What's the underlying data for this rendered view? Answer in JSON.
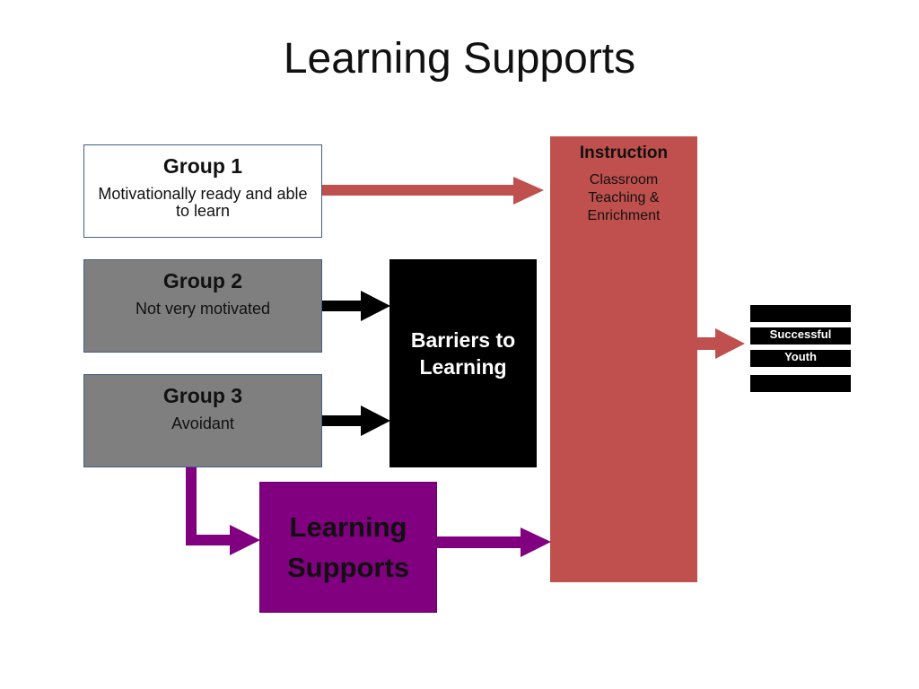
{
  "title": "Learning Supports",
  "group1": {
    "title": "Group 1",
    "description": "Motivationally ready and able to learn"
  },
  "group2": {
    "title": "Group 2",
    "description": "Not very motivated"
  },
  "group3": {
    "title": "Group 3",
    "description": "Avoidant"
  },
  "barriers": {
    "label": "Barriers to Learning"
  },
  "instruction": {
    "title": "Instruction",
    "description": "Classroom Teaching & Enrichment"
  },
  "learning_supports": {
    "label": "Learning Supports"
  },
  "outcome": {
    "line1": "Successful",
    "line2": "Youth"
  },
  "colors": {
    "instruction_red": "#c0504d",
    "supports_purple": "#800080",
    "group_gray": "#7f7f7f",
    "barrier_black": "#000000",
    "border_blue": "#3f5f87"
  }
}
